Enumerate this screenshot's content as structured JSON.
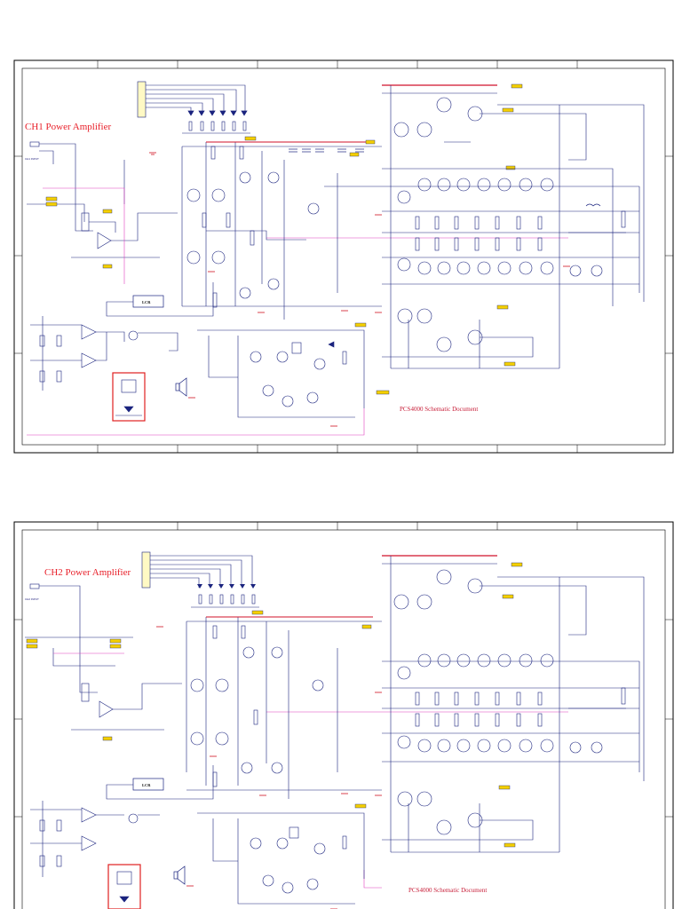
{
  "document": {
    "footer_title": "PCS4000 Schematic Document"
  },
  "sheets": [
    {
      "id": "ch1",
      "title": "CH1 Power Amplifier",
      "input_label": "CH1 INPUT",
      "block_label": "LCR"
    },
    {
      "id": "ch2",
      "title": "CH2 Power Amplifier",
      "input_label": "CH2 INPUT",
      "block_label": "LCR"
    }
  ],
  "colors": {
    "wire": "#1a237e",
    "frame": "#000000",
    "title": "#e8202a",
    "rail_positive": "#d0102a",
    "rail_negative": "#c02080",
    "label_tag": "#f5d000",
    "highlight_box": "#e02020",
    "trace_feedback": "#e040c0",
    "ground": "#d01020"
  }
}
